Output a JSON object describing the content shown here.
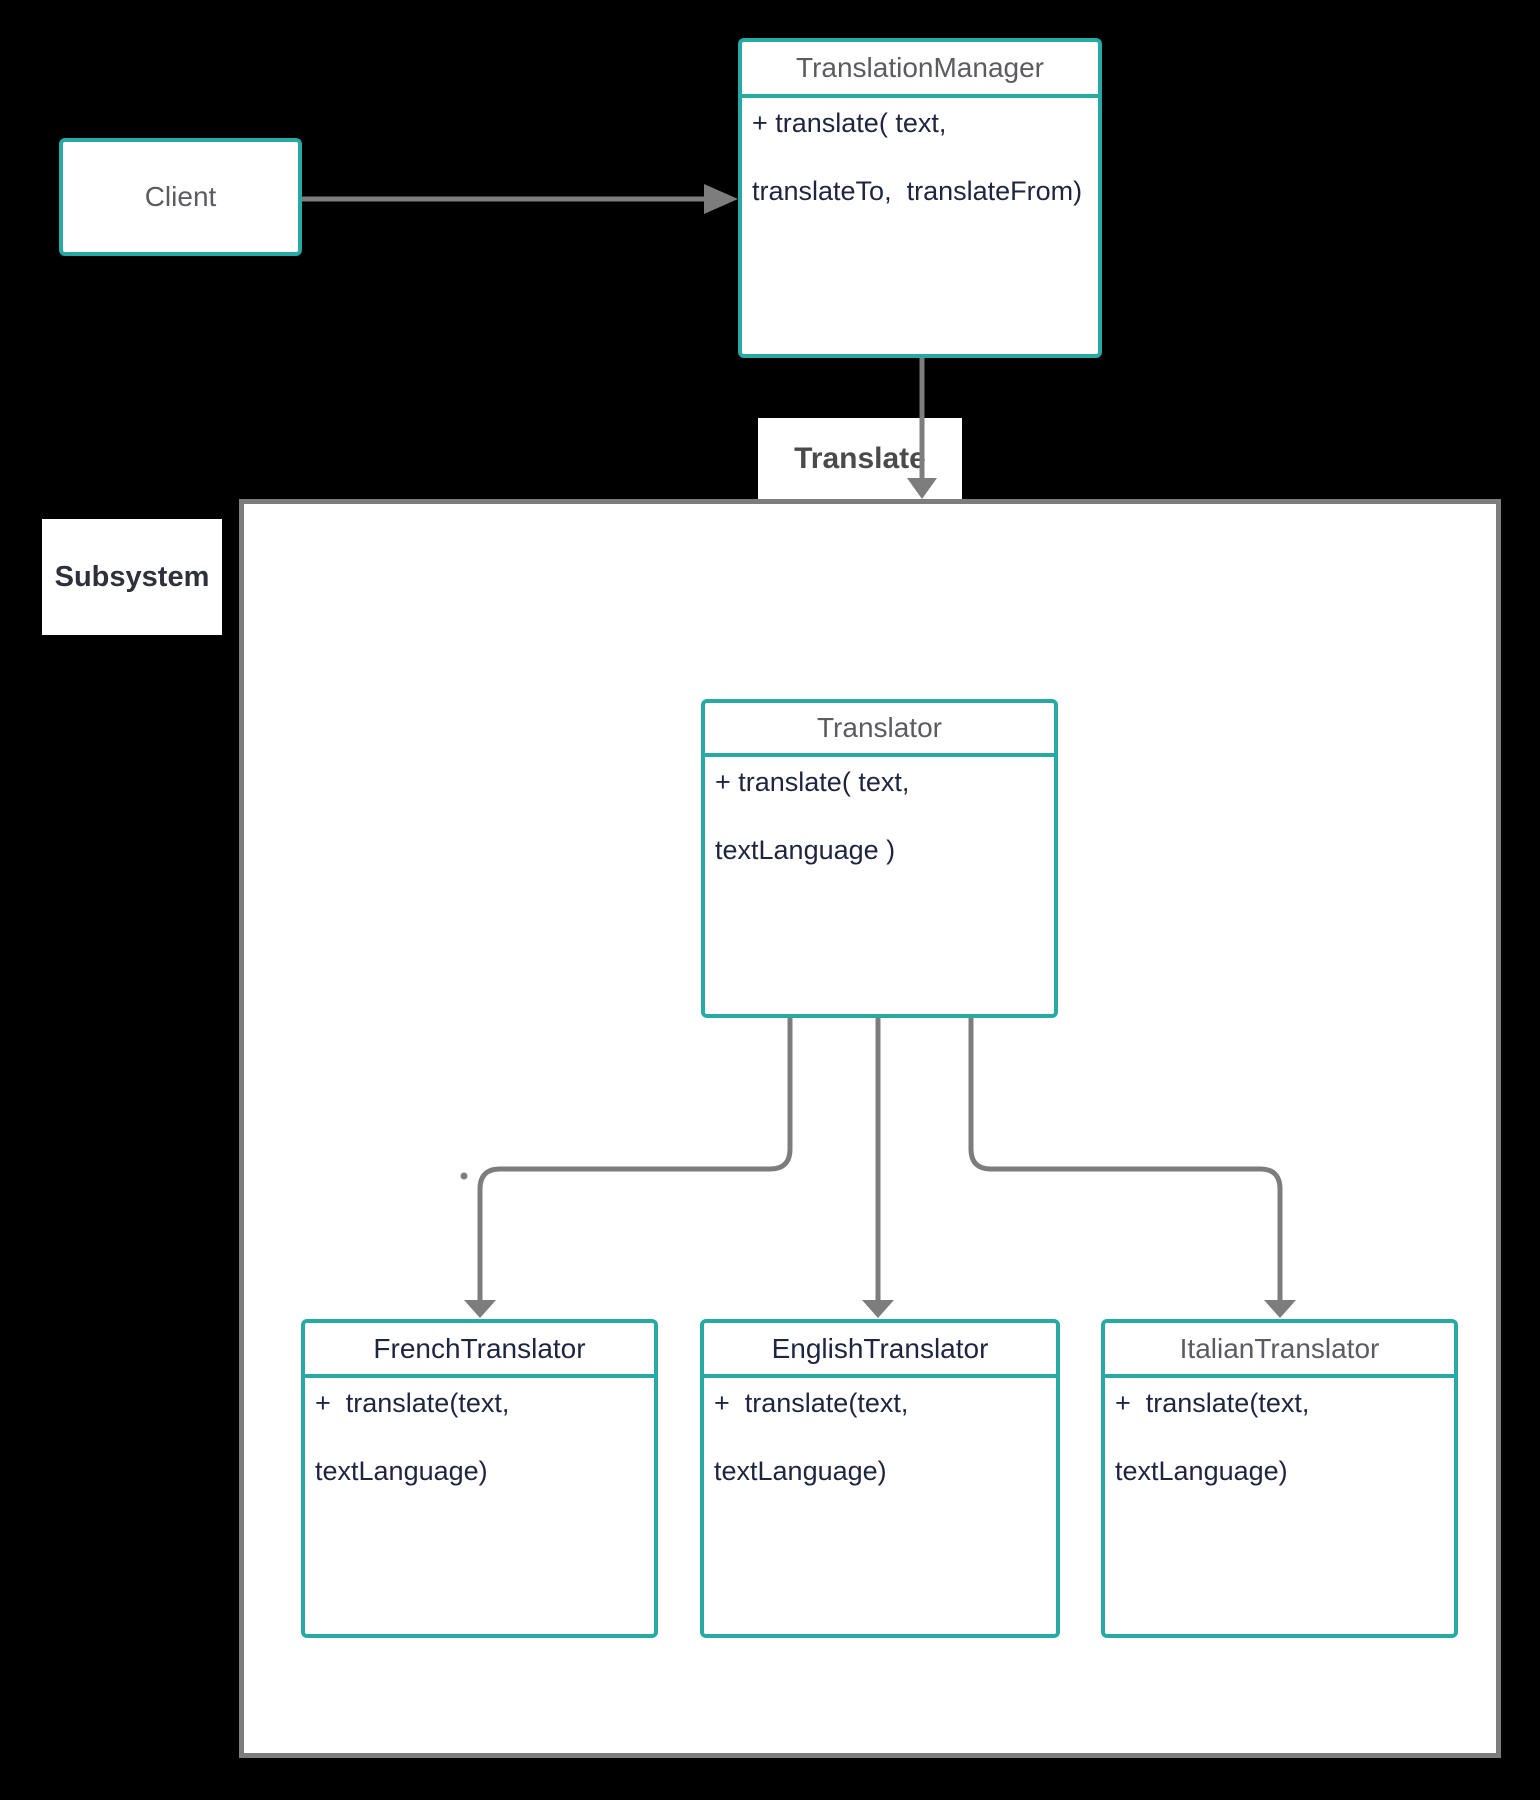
{
  "diagram": {
    "type": "uml-class-diagram",
    "pattern": "facade",
    "labels": {
      "subsystem": "Subsystem",
      "translate": "Translate"
    },
    "nodes": {
      "client": {
        "title": "Client"
      },
      "translation_manager": {
        "title": "TranslationManager",
        "method_line1": "+ translate( text,",
        "method_line2": "translateTo,  translateFrom)"
      },
      "translator": {
        "title": "Translator",
        "method_line1": "+ translate( text,",
        "method_line2": "textLanguage )"
      },
      "french_translator": {
        "title": "FrenchTranslator",
        "method_line1": "+  translate(text,",
        "method_line2": "textLanguage)"
      },
      "english_translator": {
        "title": "EnglishTranslator",
        "method_line1": "+  translate(text,",
        "method_line2": "textLanguage)"
      },
      "italian_translator": {
        "title": "ItalianTranslator",
        "method_line1": "+  translate(text,",
        "method_line2": "textLanguage)"
      }
    },
    "colors": {
      "canvas_background": "#000000",
      "box_background": "#ffffff",
      "teal_border": "#26aaa3",
      "gray_border_arrows": "#7d7d7d",
      "navy_text": "#1f2540",
      "gray_title_text": "#5a5c60",
      "translate_label_text": "#4a4a4a",
      "subsystem_label_text": "#2e313c"
    }
  }
}
